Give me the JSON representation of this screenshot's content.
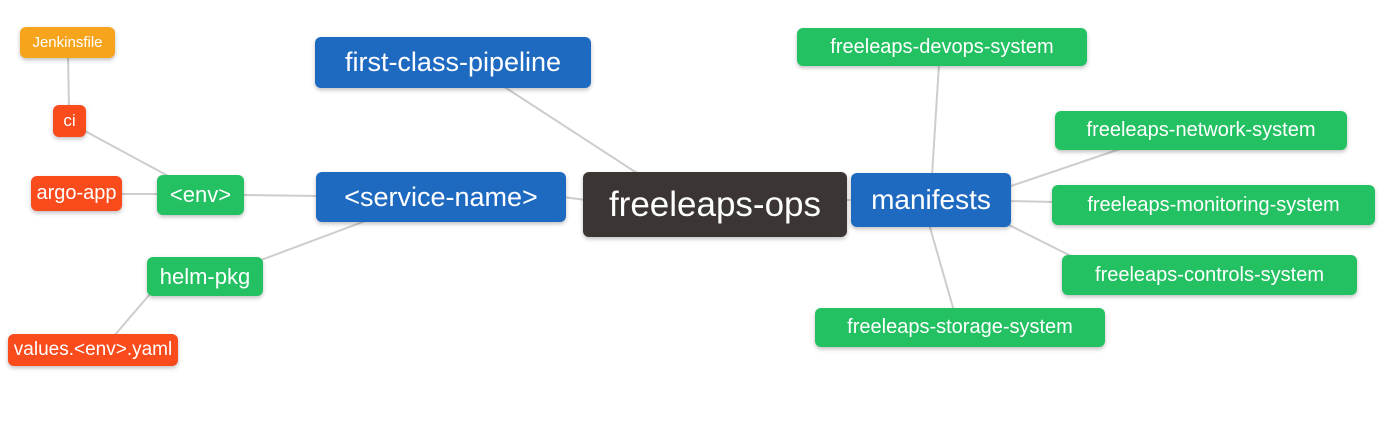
{
  "colors": {
    "blue": "#1e6ac1",
    "green": "#23c162",
    "red": "#fa4b1d",
    "orange": "#f7a41d",
    "dark": "#3b3634",
    "edge": "#cdcdcd",
    "node_text": "#ffffff",
    "background": "#ffffff"
  },
  "nodes": {
    "jenkinsfile": {
      "label": "Jenkinsfile",
      "type": "orange"
    },
    "ci": {
      "label": "ci",
      "type": "red"
    },
    "argo_app": {
      "label": "argo-app",
      "type": "red"
    },
    "env": {
      "label": "<env>",
      "type": "green"
    },
    "helm_pkg": {
      "label": "helm-pkg",
      "type": "green"
    },
    "values_env_yaml": {
      "label": "values.<env>.yaml",
      "type": "red"
    },
    "first_class_pipeline": {
      "label": "first-class-pipeline",
      "type": "blue"
    },
    "service_name": {
      "label": "<service-name>",
      "type": "blue"
    },
    "freeleaps_ops": {
      "label": "freeleaps-ops",
      "type": "dark"
    },
    "manifests": {
      "label": "manifests",
      "type": "blue"
    },
    "devops_system": {
      "label": "freeleaps-devops-system",
      "type": "green"
    },
    "network_system": {
      "label": "freeleaps-network-system",
      "type": "green"
    },
    "monitoring_system": {
      "label": "freeleaps-monitoring-system",
      "type": "green"
    },
    "controls_system": {
      "label": "freeleaps-controls-system",
      "type": "green"
    },
    "storage_system": {
      "label": "freeleaps-storage-system",
      "type": "green"
    }
  },
  "edges": [
    {
      "from": "jenkinsfile",
      "to": "ci"
    },
    {
      "from": "ci",
      "to": "env"
    },
    {
      "from": "argo_app",
      "to": "env"
    },
    {
      "from": "env",
      "to": "service_name"
    },
    {
      "from": "helm_pkg",
      "to": "service_name"
    },
    {
      "from": "values_env_yaml",
      "to": "helm_pkg"
    },
    {
      "from": "first_class_pipeline",
      "to": "freeleaps_ops"
    },
    {
      "from": "service_name",
      "to": "freeleaps_ops"
    },
    {
      "from": "freeleaps_ops",
      "to": "manifests"
    },
    {
      "from": "manifests",
      "to": "devops_system"
    },
    {
      "from": "manifests",
      "to": "network_system"
    },
    {
      "from": "manifests",
      "to": "monitoring_system"
    },
    {
      "from": "manifests",
      "to": "controls_system"
    },
    {
      "from": "manifests",
      "to": "storage_system"
    }
  ]
}
